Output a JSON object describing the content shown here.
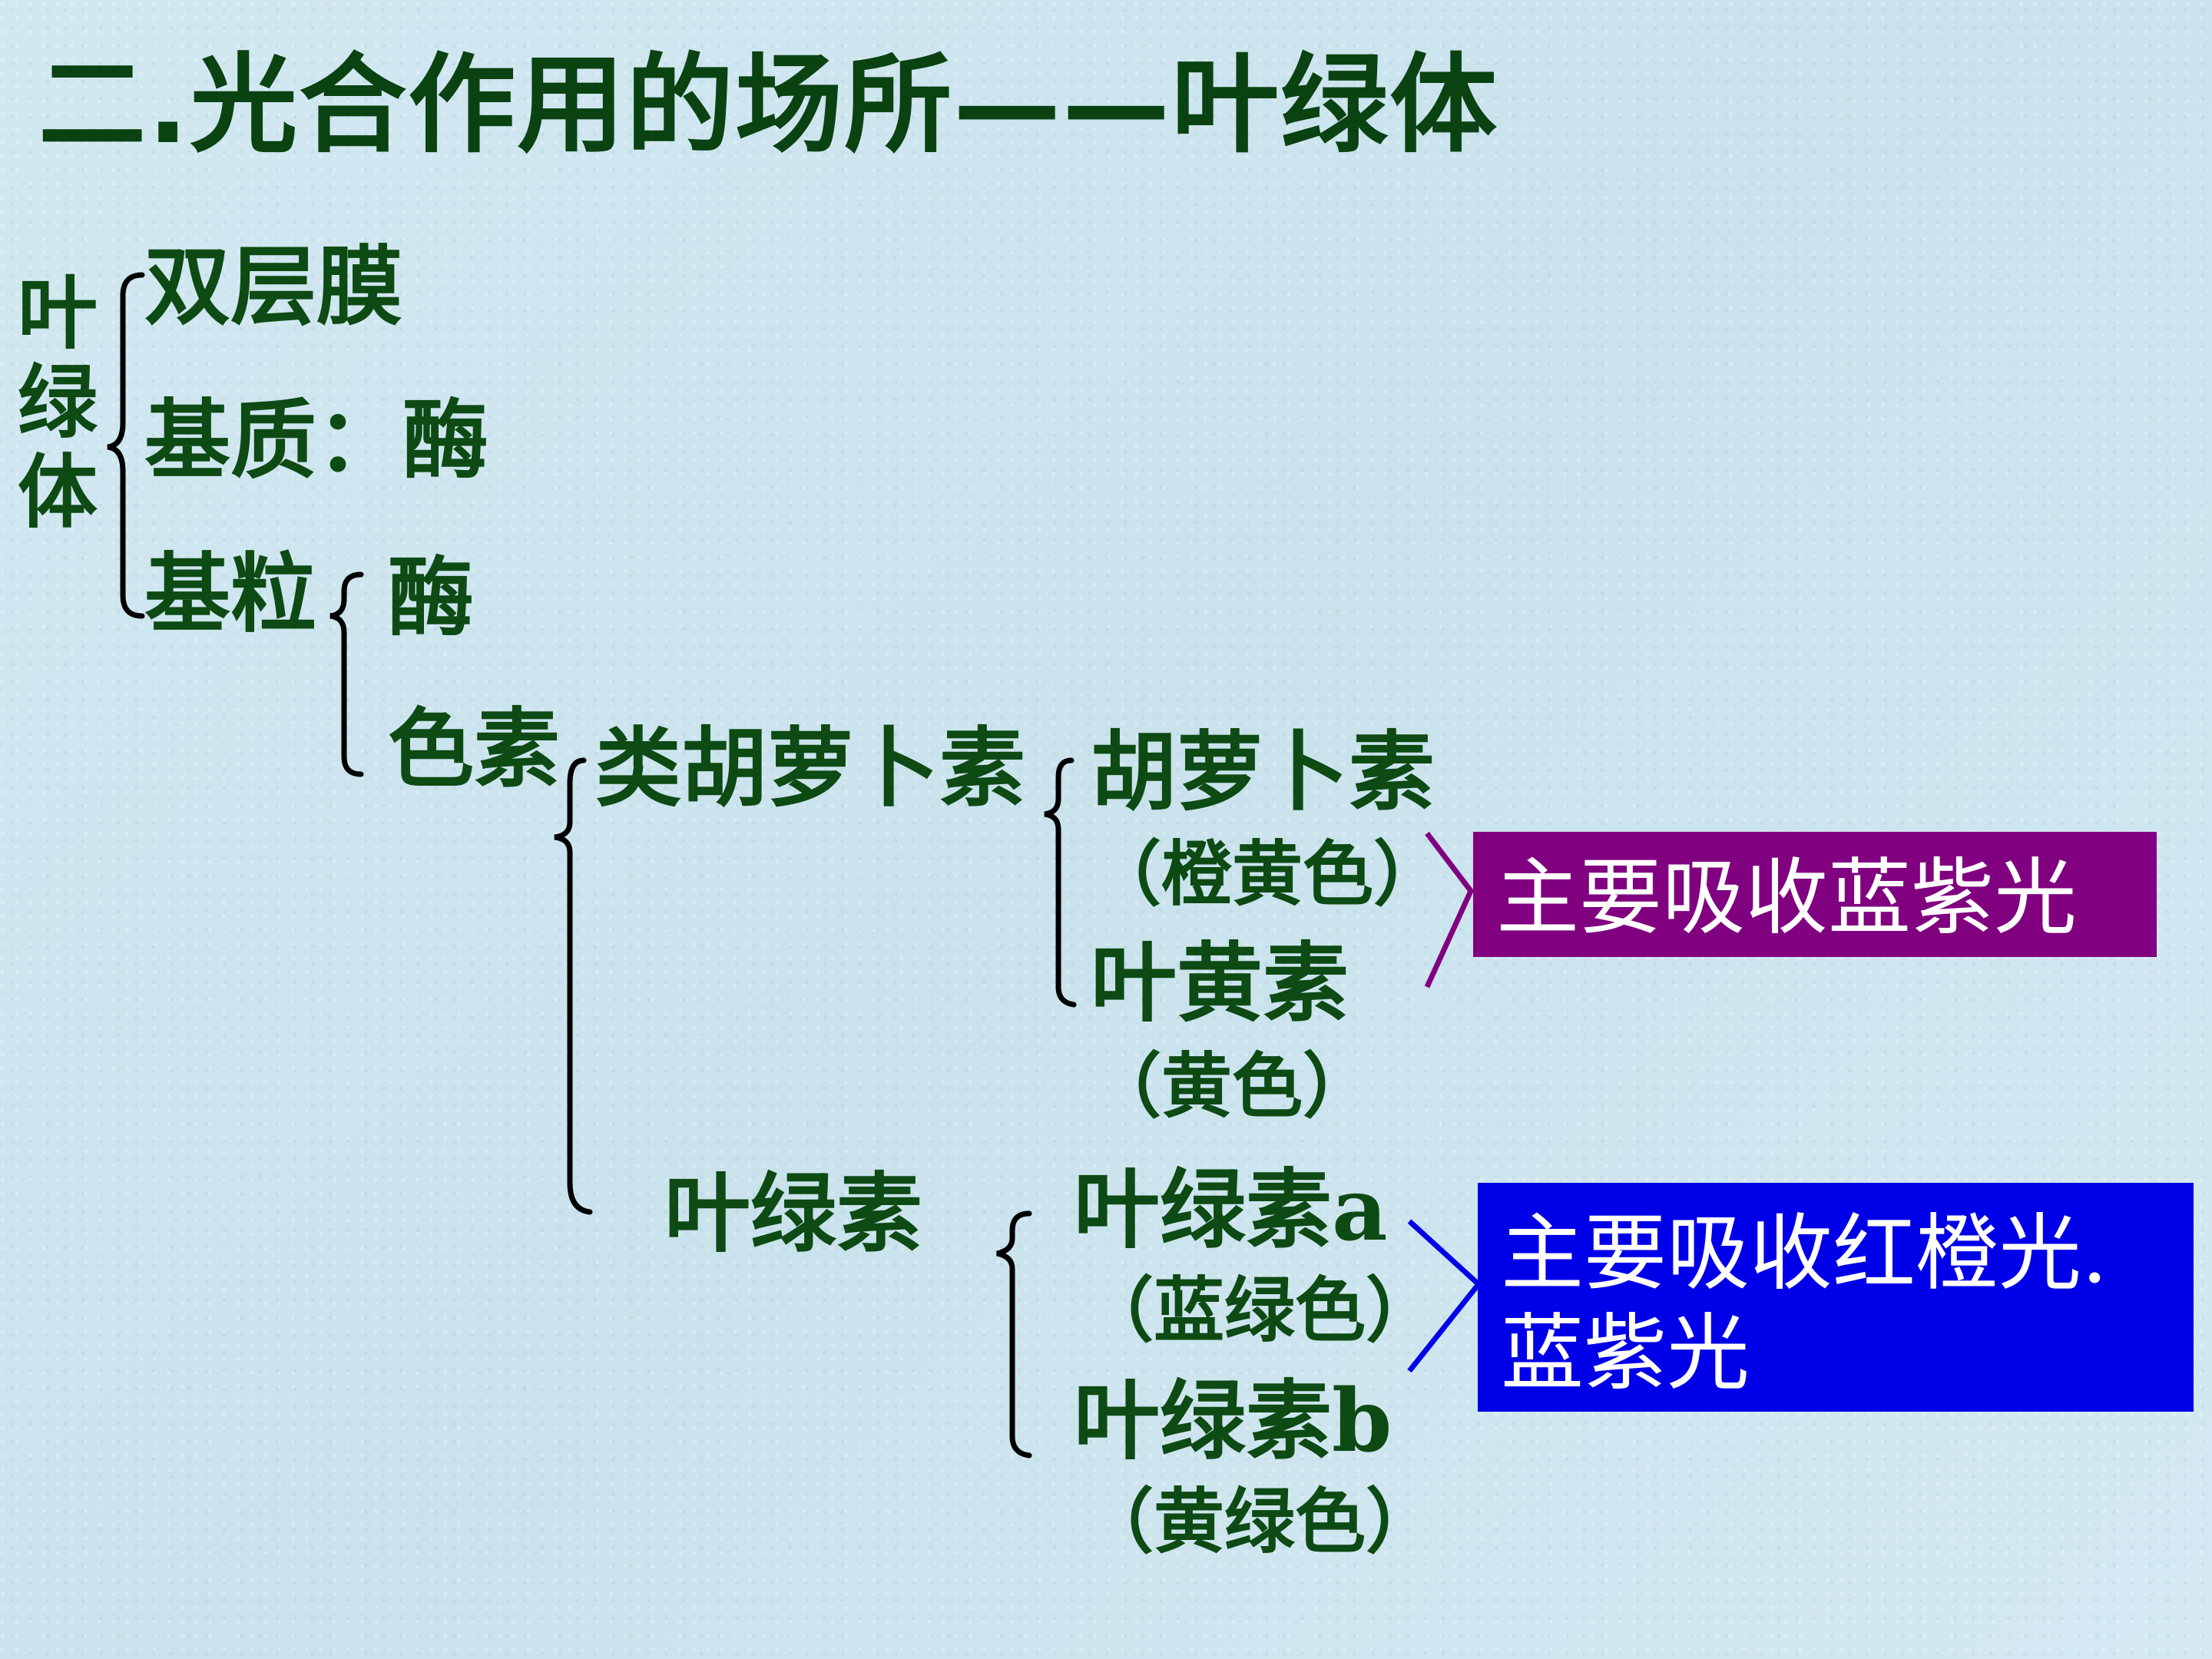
{
  "title": "二.光合作用的场所——叶绿体",
  "root": "叶绿体",
  "structure": {
    "membrane": "双层膜",
    "stroma": "基质：酶",
    "grana": "基粒"
  },
  "grana_children": {
    "enzyme": "酶",
    "pigment": "色素"
  },
  "pigment_groups": {
    "carotenoid": "类胡萝卜素",
    "chlorophyll": "叶绿素"
  },
  "carotenoids": [
    {
      "name": "胡萝卜素",
      "color": "（橙黄色）"
    },
    {
      "name": "叶黄素",
      "color": "（黄色）"
    }
  ],
  "chlorophylls": [
    {
      "name": "叶绿素a",
      "color": "（蓝绿色）"
    },
    {
      "name": "叶绿素b",
      "color": "（黄绿色）"
    }
  ],
  "absorption": {
    "carotenoid_box": "主要吸收蓝紫光",
    "chlorophyll_box": "主要吸收红橙光. 蓝紫光"
  },
  "colors": {
    "text_green": "#0d4a14",
    "purple_box": "#800080",
    "blue_box": "#0000e8",
    "background": "#cfe6ef"
  }
}
